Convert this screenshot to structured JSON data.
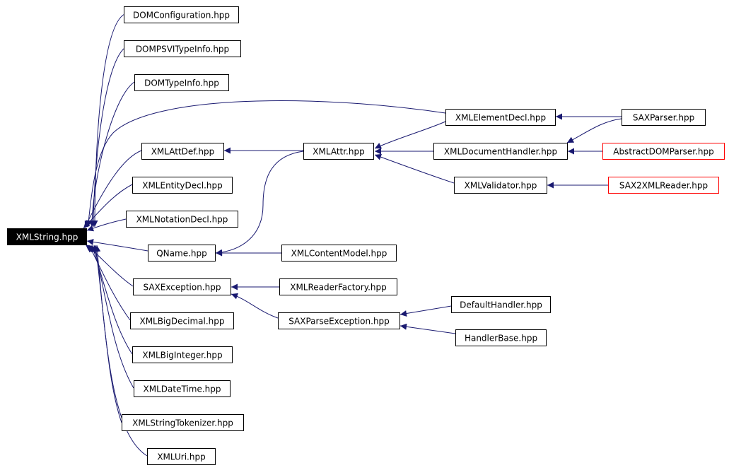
{
  "colors": {
    "edge": "#191970",
    "root_fill": "#000000",
    "root_text": "#ffffff",
    "node_border": "#000000",
    "truncated_border": "#ff0000"
  },
  "nodes": [
    {
      "id": "xmlstring",
      "label": "XMLString.hpp",
      "kind": "root"
    },
    {
      "id": "domconfig",
      "label": "DOMConfiguration.hpp"
    },
    {
      "id": "dompsvi",
      "label": "DOMPSVITypeInfo.hpp"
    },
    {
      "id": "domtypeinfo",
      "label": "DOMTypeInfo.hpp"
    },
    {
      "id": "xmlattdef",
      "label": "XMLAttDef.hpp"
    },
    {
      "id": "xmlentitydecl",
      "label": "XMLEntityDecl.hpp"
    },
    {
      "id": "xmlnotationdecl",
      "label": "XMLNotationDecl.hpp"
    },
    {
      "id": "qname",
      "label": "QName.hpp"
    },
    {
      "id": "saxexception",
      "label": "SAXException.hpp"
    },
    {
      "id": "xmlbigdecimal",
      "label": "XMLBigDecimal.hpp"
    },
    {
      "id": "xmlbiginteger",
      "label": "XMLBigInteger.hpp"
    },
    {
      "id": "xmldatetime",
      "label": "XMLDateTime.hpp"
    },
    {
      "id": "xmlstringtokenizer",
      "label": "XMLStringTokenizer.hpp"
    },
    {
      "id": "xmluri",
      "label": "XMLUri.hpp"
    },
    {
      "id": "xmlattr",
      "label": "XMLAttr.hpp"
    },
    {
      "id": "xmlcontentmodel",
      "label": "XMLContentModel.hpp"
    },
    {
      "id": "xmlreaderfactory",
      "label": "XMLReaderFactory.hpp"
    },
    {
      "id": "saxparseexception",
      "label": "SAXParseException.hpp"
    },
    {
      "id": "xmlelementdecl",
      "label": "XMLElementDecl.hpp"
    },
    {
      "id": "xmldocumenthandler",
      "label": "XMLDocumentHandler.hpp"
    },
    {
      "id": "xmlvalidator",
      "label": "XMLValidator.hpp"
    },
    {
      "id": "defaulthandler",
      "label": "DefaultHandler.hpp"
    },
    {
      "id": "handlerbase",
      "label": "HandlerBase.hpp"
    },
    {
      "id": "saxparser",
      "label": "SAXParser.hpp"
    },
    {
      "id": "abstractdomparser",
      "label": "AbstractDOMParser.hpp",
      "kind": "truncated"
    },
    {
      "id": "sax2xmlreader",
      "label": "SAX2XMLReader.hpp",
      "kind": "truncated"
    }
  ],
  "edges": [
    {
      "from": "domconfig",
      "to": "xmlstring"
    },
    {
      "from": "dompsvi",
      "to": "xmlstring"
    },
    {
      "from": "domtypeinfo",
      "to": "xmlstring"
    },
    {
      "from": "xmlelementdecl",
      "to": "xmlstring"
    },
    {
      "from": "xmlattdef",
      "to": "xmlstring"
    },
    {
      "from": "xmlentitydecl",
      "to": "xmlstring"
    },
    {
      "from": "xmlnotationdecl",
      "to": "xmlstring"
    },
    {
      "from": "qname",
      "to": "xmlstring"
    },
    {
      "from": "saxexception",
      "to": "xmlstring"
    },
    {
      "from": "xmlbigdecimal",
      "to": "xmlstring"
    },
    {
      "from": "xmlbiginteger",
      "to": "xmlstring"
    },
    {
      "from": "xmldatetime",
      "to": "xmlstring"
    },
    {
      "from": "xmlstringtokenizer",
      "to": "xmlstring"
    },
    {
      "from": "xmluri",
      "to": "xmlstring"
    },
    {
      "from": "xmlattr",
      "to": "xmlattdef"
    },
    {
      "from": "xmlattr",
      "to": "qname"
    },
    {
      "from": "xmlcontentmodel",
      "to": "qname"
    },
    {
      "from": "xmlreaderfactory",
      "to": "saxexception"
    },
    {
      "from": "saxparseexception",
      "to": "saxexception"
    },
    {
      "from": "xmlelementdecl",
      "to": "xmlattr"
    },
    {
      "from": "xmldocumenthandler",
      "to": "xmlattr"
    },
    {
      "from": "xmlvalidator",
      "to": "xmlattr"
    },
    {
      "from": "defaulthandler",
      "to": "saxparseexception"
    },
    {
      "from": "handlerbase",
      "to": "saxparseexception"
    },
    {
      "from": "saxparser",
      "to": "xmlelementdecl"
    },
    {
      "from": "saxparser",
      "to": "xmldocumenthandler"
    },
    {
      "from": "abstractdomparser",
      "to": "xmldocumenthandler"
    },
    {
      "from": "sax2xmlreader",
      "to": "xmlvalidator"
    }
  ]
}
